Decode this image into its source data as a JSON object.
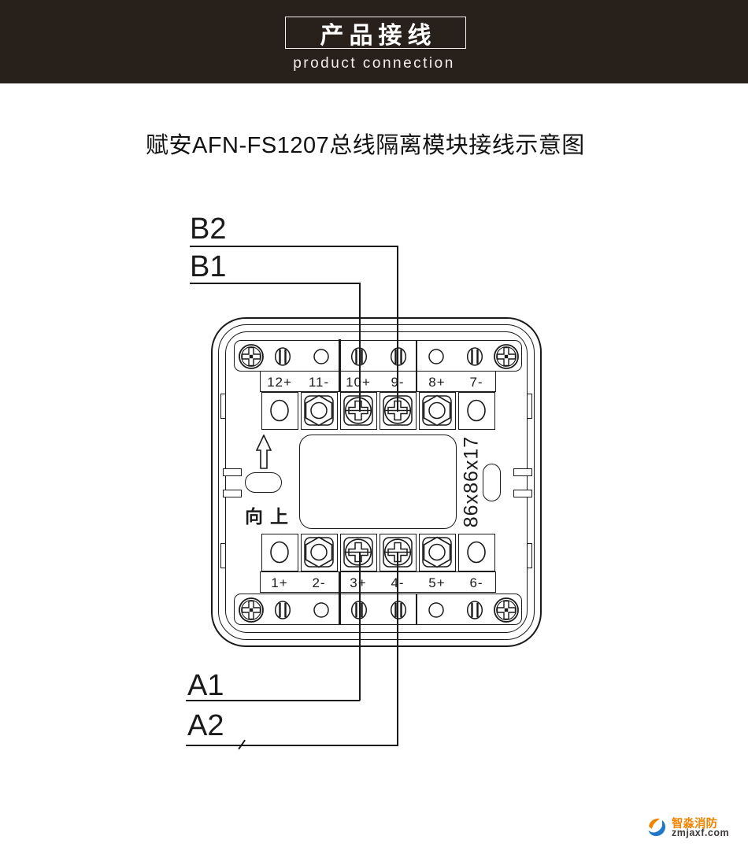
{
  "header": {
    "title_cn": "产品接线",
    "subtitle_en": "product connection",
    "bg_color": "#27201b"
  },
  "diagram": {
    "title": "赋安AFN-FS1207总线隔离模块接线示意图",
    "wire_labels": {
      "b2": "B2",
      "b1": "B1",
      "a1": "A1",
      "a2": "A2"
    },
    "module": {
      "orientation_label": "向上",
      "dimension_label": "86x86x17",
      "strip_items": [
        "phillips-screw",
        "slot",
        "hole",
        "slot",
        "slot",
        "hole",
        "slot",
        "phillips-screw"
      ],
      "top_terminals": [
        {
          "label": "12+",
          "type": "plain"
        },
        {
          "label": "11-",
          "type": "hex"
        },
        {
          "label": "10+",
          "type": "screw",
          "wired": true
        },
        {
          "label": "9-",
          "type": "screw",
          "wired": true
        },
        {
          "label": "8+",
          "type": "hex"
        },
        {
          "label": "7-",
          "type": "plain"
        }
      ],
      "bottom_terminals": [
        {
          "label": "1+",
          "type": "plain"
        },
        {
          "label": "2-",
          "type": "hex"
        },
        {
          "label": "3+",
          "type": "screw",
          "wired": true
        },
        {
          "label": "4-",
          "type": "screw",
          "wired": true
        },
        {
          "label": "5+",
          "type": "hex"
        },
        {
          "label": "6-",
          "type": "plain"
        }
      ]
    }
  },
  "watermark": {
    "brand": "智淼消防",
    "site": "zmjaxf.com",
    "brand_color": "#f08300",
    "site_color": "#3f3b3a"
  },
  "line_color": "#1a1a1a"
}
